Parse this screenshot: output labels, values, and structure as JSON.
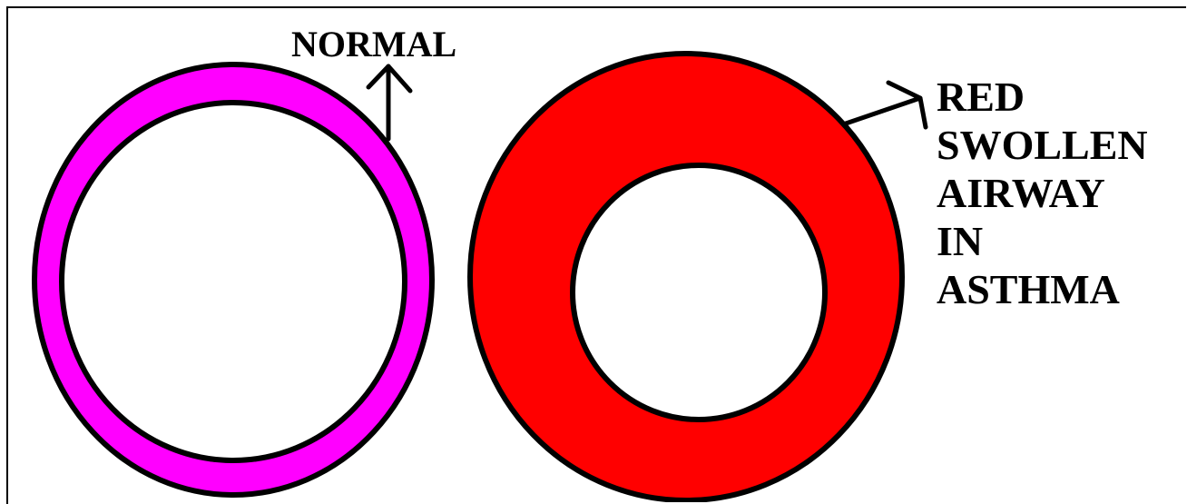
{
  "labels": {
    "normal": "NORMAL",
    "asthma_lines": [
      "RED",
      "SWOLLEN",
      "AIRWAY",
      "IN",
      "ASTHMA"
    ]
  },
  "colors": {
    "normal_wall": "#ff00ff",
    "swollen_wall": "#ff0000",
    "lumen": "#ffffff",
    "outline": "#000000"
  },
  "icons": {
    "normal_pointer": "arrow-up-icon",
    "asthma_pointer": "arrow-right-icon"
  }
}
